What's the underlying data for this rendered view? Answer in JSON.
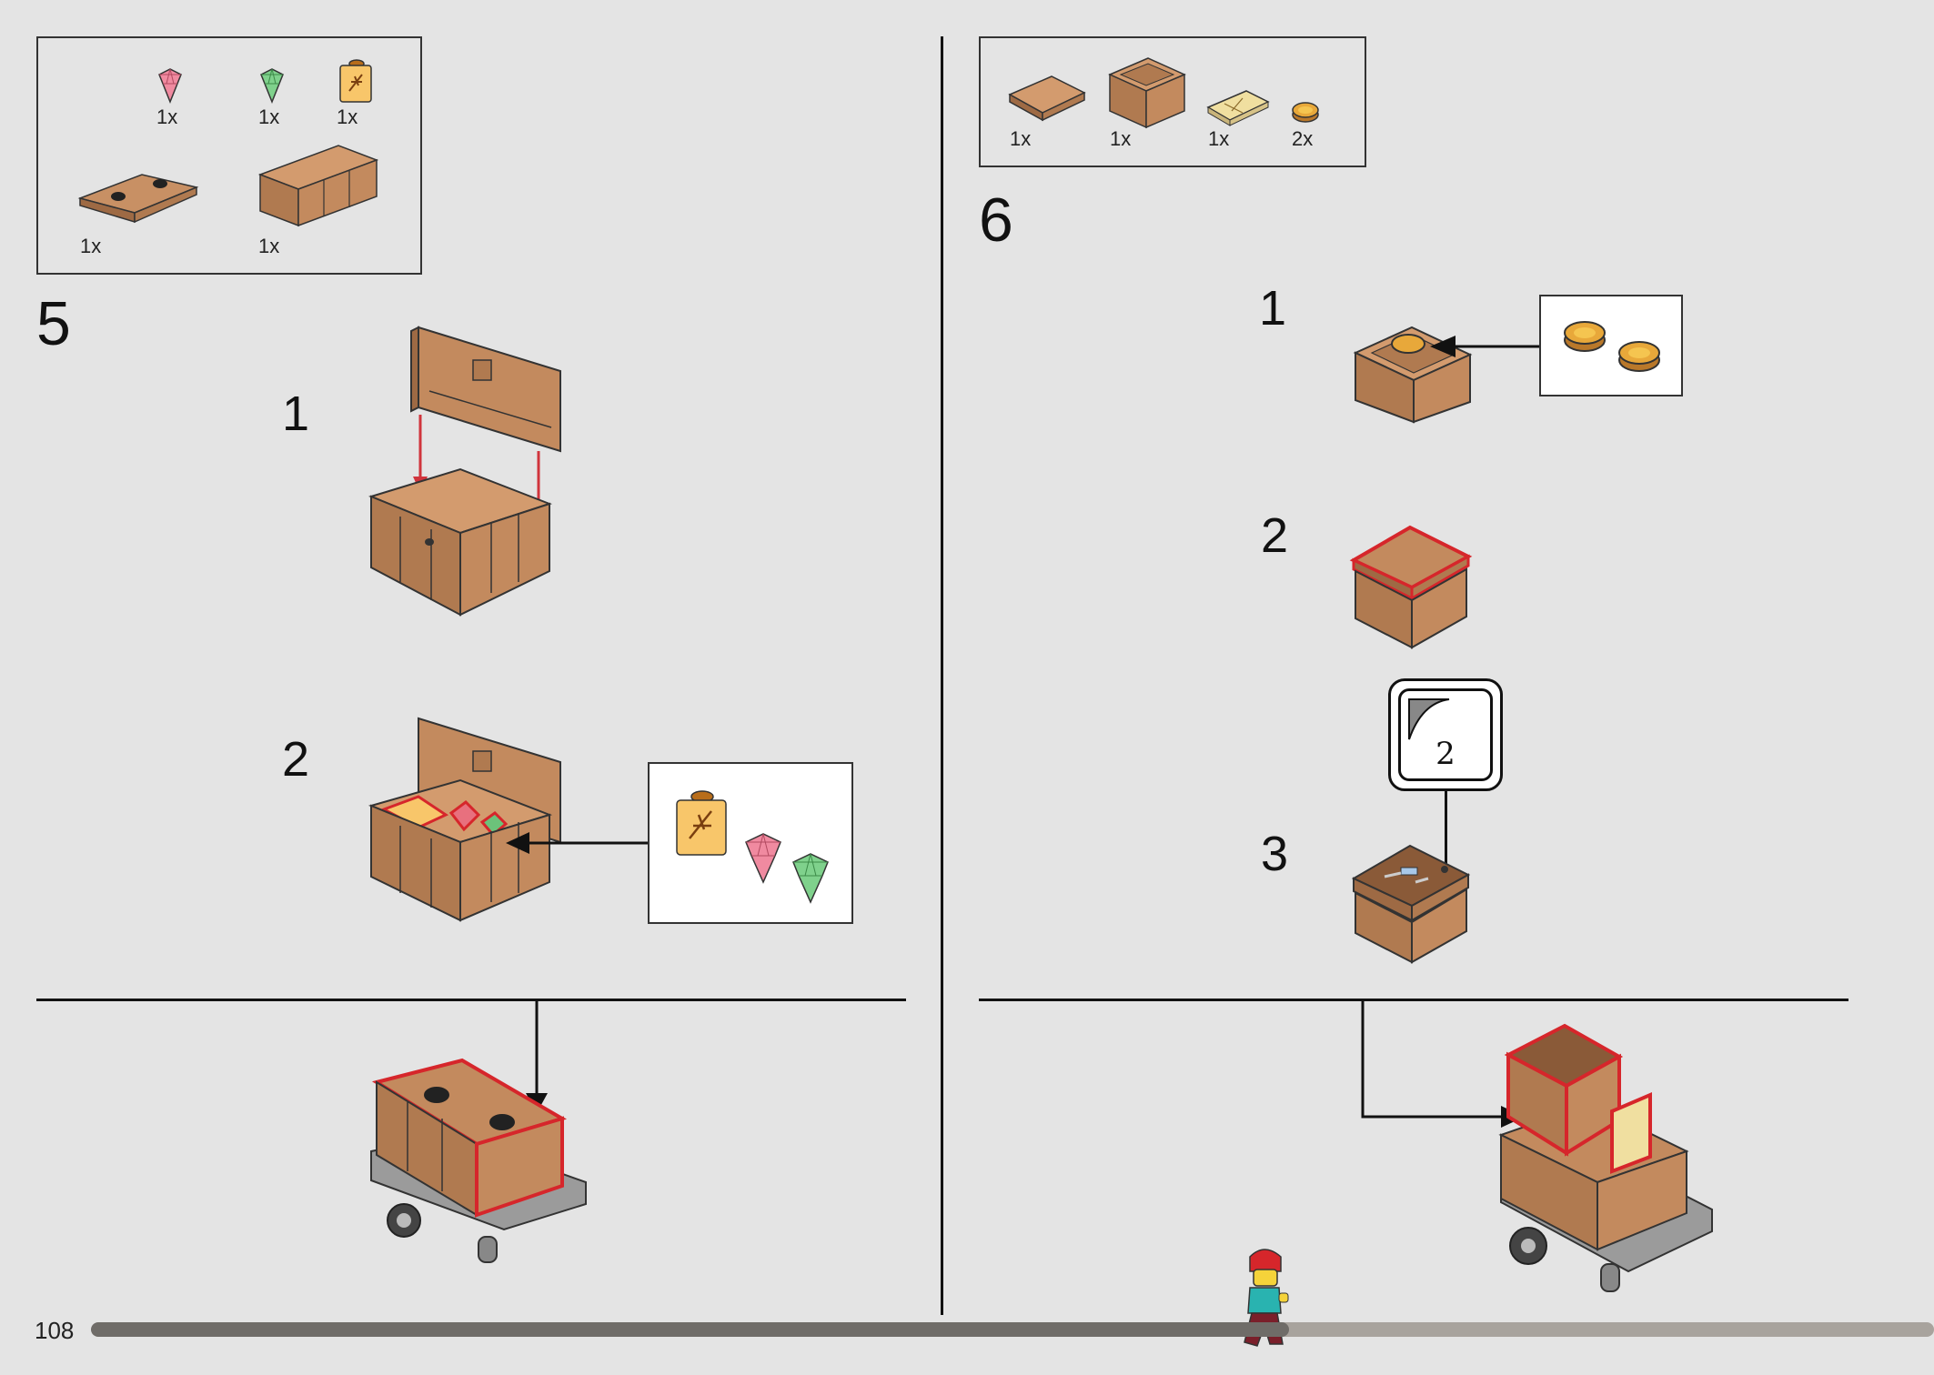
{
  "page_number": "108",
  "colors": {
    "background": "#e4e4e4",
    "brick_brown": "#c38a5e",
    "brick_brown_dark": "#9e6a44",
    "highlight_red": "#d6262b",
    "arrow_red": "#d0343c",
    "progress_dark": "#6f6c68",
    "progress_light": "#a8a39d",
    "cart_grey": "#9b9b9b"
  },
  "progress_fraction": 0.65,
  "step5": {
    "number": "5",
    "parts": [
      {
        "icon": "pink-gem-icon",
        "qty": "1x"
      },
      {
        "icon": "green-gem-icon",
        "qty": "1x"
      },
      {
        "icon": "amber-brick-icon",
        "qty": "1x"
      },
      {
        "icon": "chest-lid-icon",
        "qty": "1x"
      },
      {
        "icon": "chest-base-icon",
        "qty": "1x"
      }
    ],
    "substeps": [
      {
        "label": "1",
        "description_icon": "chest-lid-attach-icon"
      },
      {
        "label": "2",
        "description_icon": "chest-fill-gems-icon"
      }
    ]
  },
  "step6": {
    "number": "6",
    "parts": [
      {
        "icon": "brown-plate-icon",
        "qty": "1x"
      },
      {
        "icon": "brown-box-icon",
        "qty": "1x"
      },
      {
        "icon": "map-tile-icon",
        "qty": "1x"
      },
      {
        "icon": "gold-coin-icon",
        "qty": "2x"
      }
    ],
    "substeps": [
      {
        "label": "1"
      },
      {
        "label": "2"
      },
      {
        "label": "3"
      }
    ],
    "sticker_label": "2"
  }
}
